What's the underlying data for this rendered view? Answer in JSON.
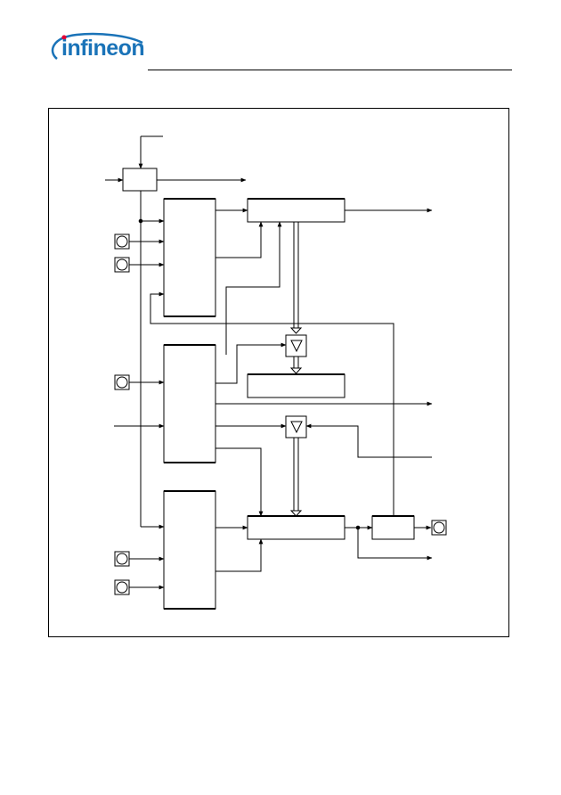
{
  "header": {
    "logo_text": "infineon",
    "brand_color": "#1a73b8",
    "logo_swoosh_color": "#e30034"
  },
  "diagram": {
    "blocks": [
      "input-register",
      "control-unit-top",
      "control-unit-middle",
      "control-unit-bottom",
      "register-top",
      "register-middle",
      "register-bottom",
      "output-driver",
      "tristate-buffer-upper",
      "tristate-buffer-lower"
    ],
    "pins": [
      "pin-top-1",
      "pin-top-2",
      "pin-middle",
      "pin-bottom-1",
      "pin-bottom-2",
      "pin-output"
    ]
  }
}
